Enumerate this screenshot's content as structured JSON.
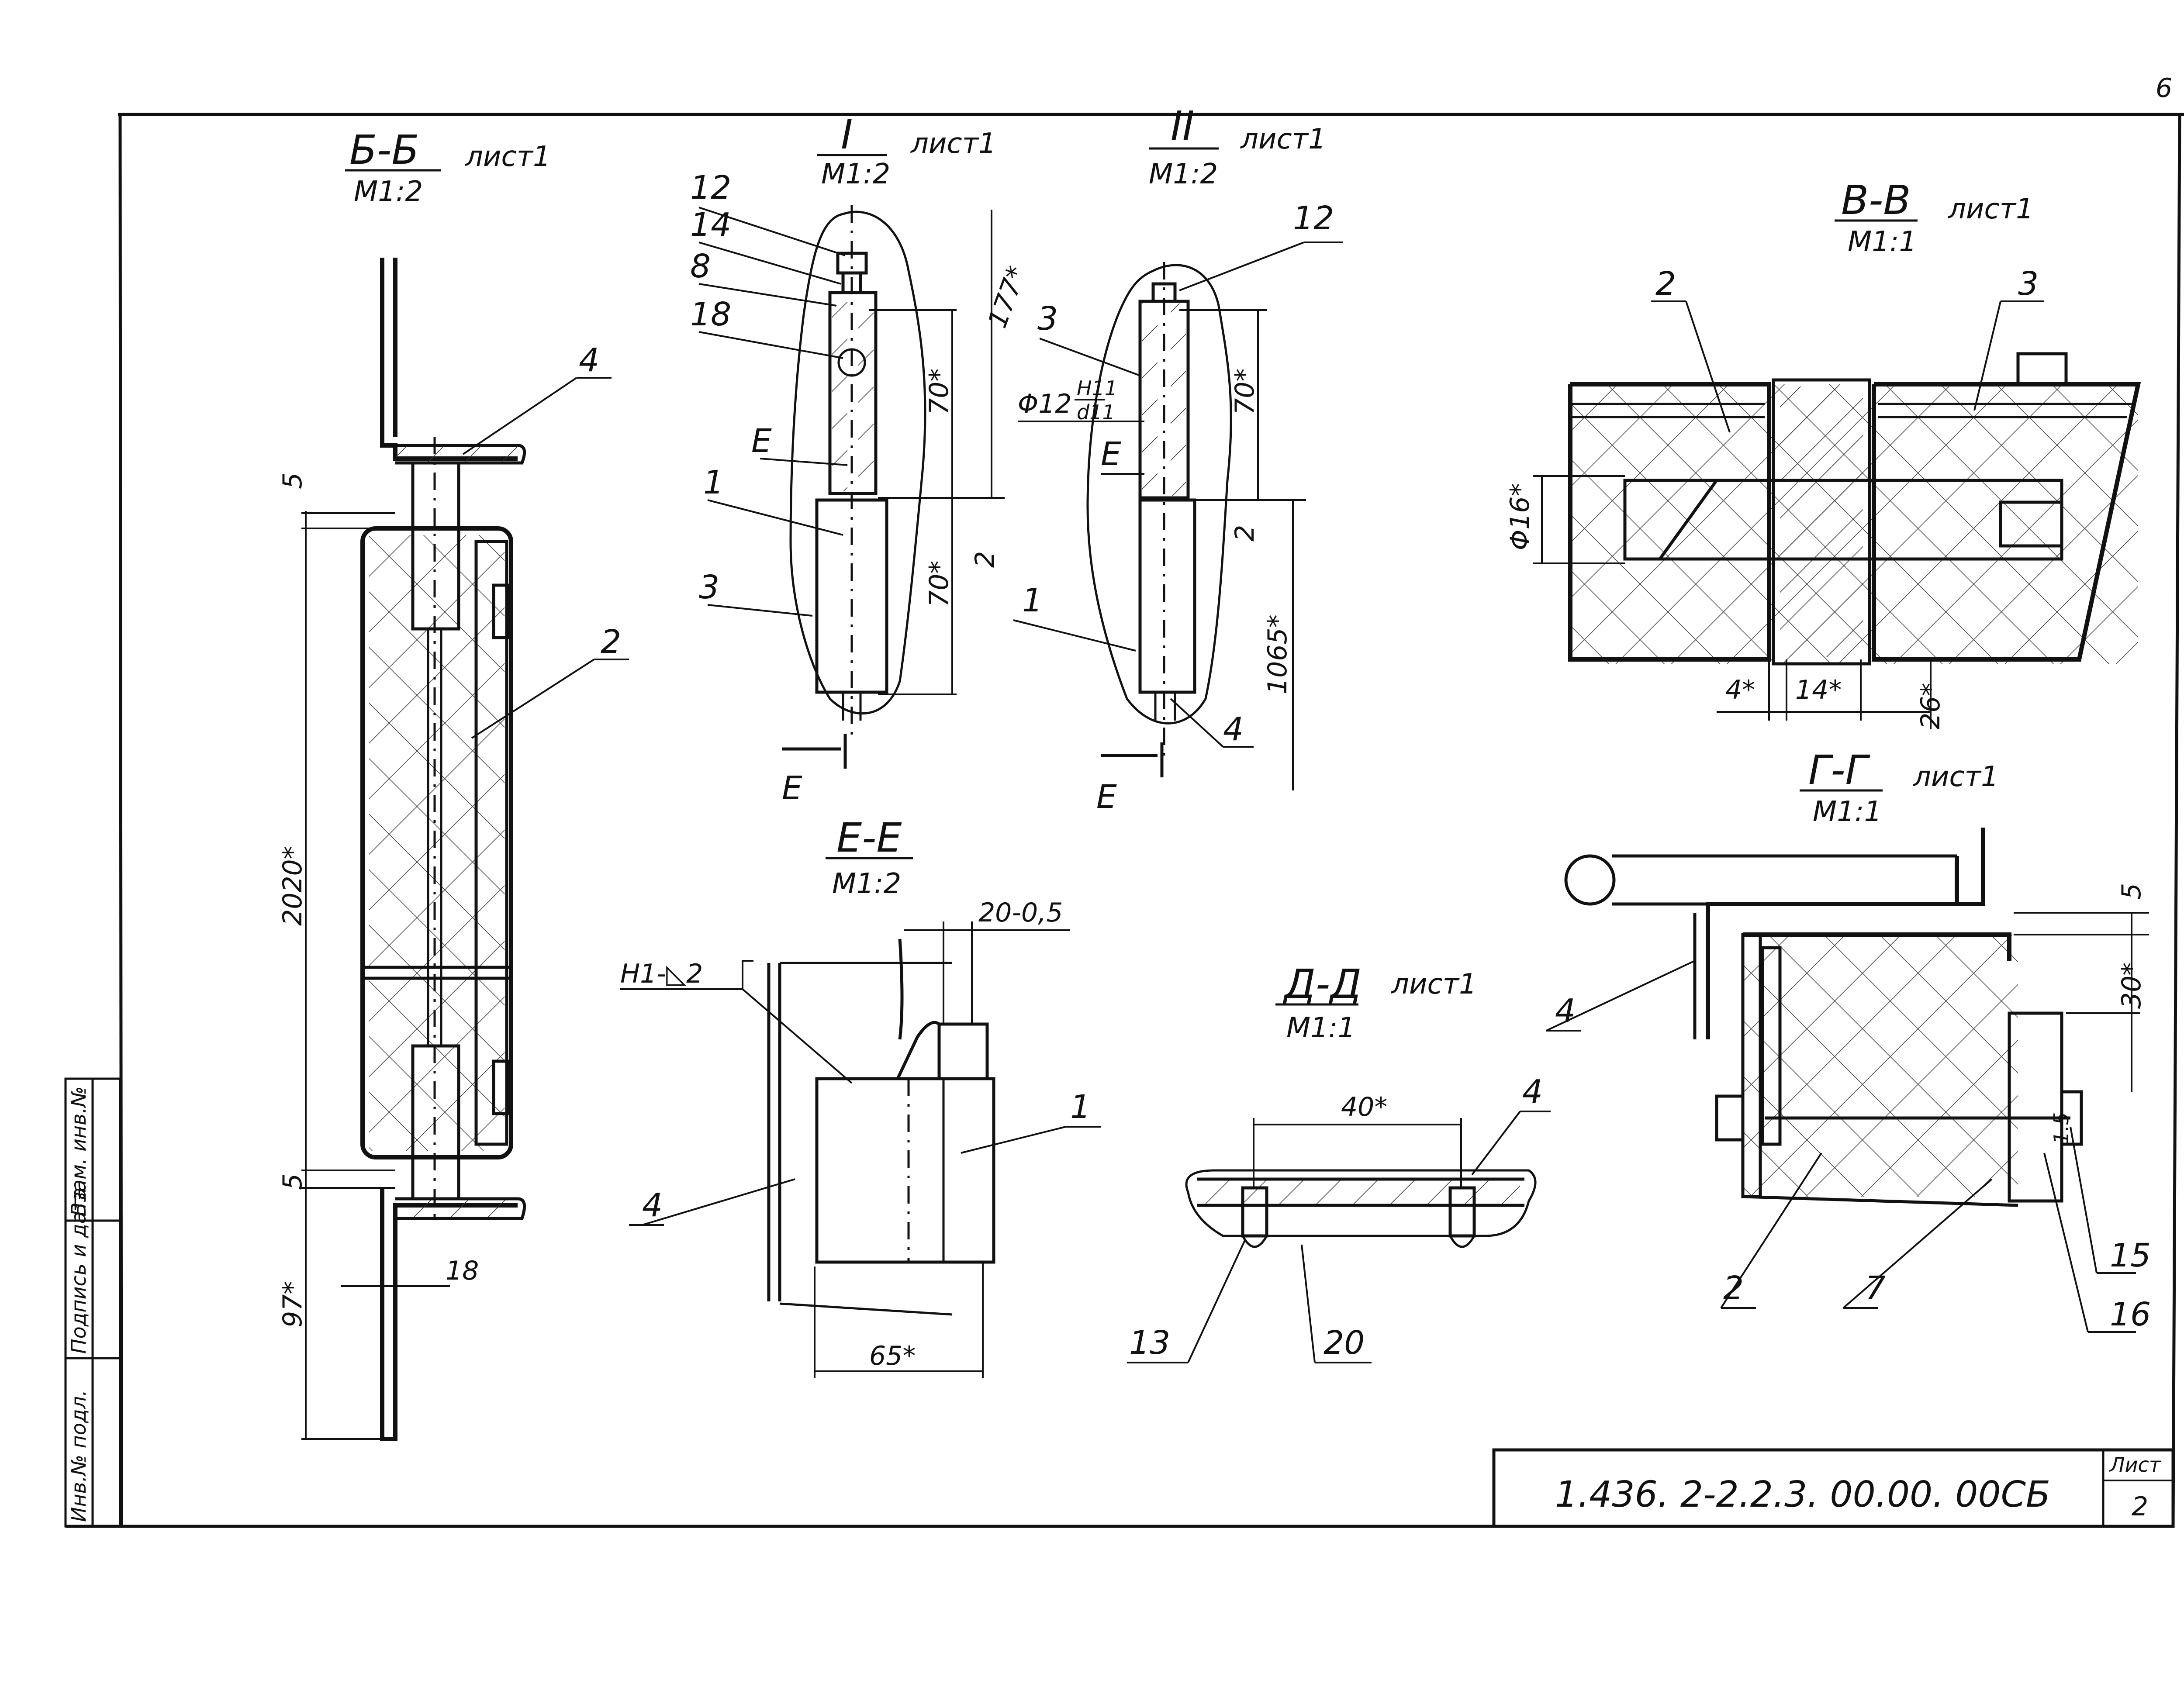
{
  "sheet": {
    "corner_number": "6",
    "document_code": "1.436. 2-2.2.3. 00.00. 00СБ",
    "list_label": "Лист",
    "list_number": "2",
    "side_stamp": [
      "Инв.№ подл.",
      "Подпись и дата",
      "Взам. инв.№"
    ]
  },
  "views": {
    "bb": {
      "title": "Б-Б",
      "note": "лист1",
      "scale": "М1:2",
      "dims": [
        "5",
        "2020*",
        "5",
        "97*",
        "18"
      ],
      "labels": [
        "4",
        "2"
      ]
    },
    "v1": {
      "title": "I",
      "note": "лист1",
      "scale": "М1:2",
      "labels": [
        "12",
        "14",
        "8",
        "18",
        "Е",
        "1",
        "3",
        "Е"
      ],
      "dims": [
        "177*",
        "70*",
        "2",
        "70*"
      ]
    },
    "v2": {
      "title": "II",
      "note": "лист1",
      "scale": "М1:2",
      "labels": [
        "12",
        "3",
        "Е",
        "1",
        "4",
        "Е"
      ],
      "fit_main": "Φ12",
      "fit_top": "H11",
      "fit_bottom": "d11",
      "dims": [
        "70*",
        "2",
        "1065*"
      ]
    },
    "vv": {
      "title": "В-В",
      "note": "лист1",
      "scale": "М1:1",
      "labels": [
        "2",
        "3"
      ],
      "dims": [
        "Φ16*",
        "4*",
        "14*",
        "26*"
      ]
    },
    "gg": {
      "title": "Г-Г",
      "note": "лист1",
      "scale": "М1:1",
      "labels": [
        "4",
        "2",
        "7",
        "15",
        "16"
      ],
      "dims": [
        "5",
        "30*",
        "1.5"
      ]
    },
    "ee": {
      "title": "Е-Е",
      "scale": "М1:2",
      "weld": "Н1-◺2",
      "dims": [
        "20-0,5",
        "65*"
      ],
      "labels": [
        "1",
        "4"
      ]
    },
    "dd": {
      "title": "Д-Д",
      "note": "лист1",
      "scale": "М1:1",
      "dims": [
        "40*"
      ],
      "labels": [
        "4",
        "13",
        "20"
      ]
    }
  }
}
